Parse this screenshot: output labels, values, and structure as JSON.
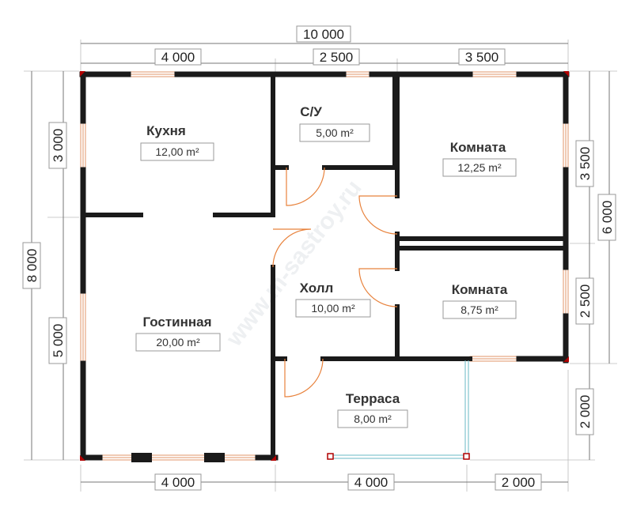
{
  "dimensions": {
    "total_width": "10 000",
    "top_segments": [
      "4 000",
      "2 500",
      "3 500"
    ],
    "bottom_segments": [
      "4 000",
      "4 000",
      "2 000"
    ],
    "left_total": "8 000",
    "left_segments": [
      "3 000",
      "5 000"
    ],
    "right_segments": [
      "3 500",
      "2 500",
      "2 000"
    ],
    "right_total": "6 000"
  },
  "rooms": [
    {
      "name": "Кухня",
      "area": "12,00 m²"
    },
    {
      "name": "С/У",
      "area": "5,00 m²"
    },
    {
      "name": "Комната",
      "area": "12,25 m²"
    },
    {
      "name": "Гостинная",
      "area": "20,00 m²"
    },
    {
      "name": "Холл",
      "area": "10,00 m²"
    },
    {
      "name": "Комната",
      "area": "8,75 m²"
    },
    {
      "name": "Терраса",
      "area": "8,00 m²"
    }
  ],
  "watermark": "www.m-sastroy.ru",
  "colors": {
    "walls": "#1a1a1a",
    "windows": "#e0956a",
    "doors": "#e8823c",
    "railing": "#6ab8c4",
    "corners": "#b00000"
  }
}
